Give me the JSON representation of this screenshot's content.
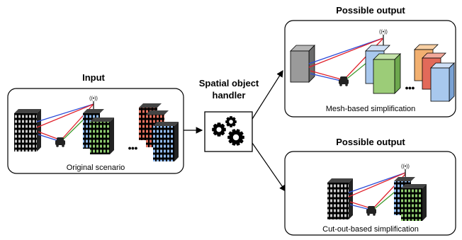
{
  "input": {
    "heading": "Input",
    "caption": "Original scenario"
  },
  "handler": {
    "line1": "Spatial object",
    "line2": "handler"
  },
  "output_top": {
    "heading": "Possible output",
    "caption": "Mesh-based simplification"
  },
  "output_bottom": {
    "heading": "Possible output",
    "caption": "Cut-out-based simplification"
  },
  "ellipsis": "●●●",
  "antenna_label": "((•))",
  "colors": {
    "link_red": "#e0202a",
    "link_blue": "#2a4ad8",
    "link_green": "#3e9a2e",
    "building_gray": "#9a9a9a",
    "building_blue": "#a8c8ee",
    "building_green": "#9ccc78",
    "building_red": "#e26a5a",
    "building_orange": "#f2b070"
  }
}
